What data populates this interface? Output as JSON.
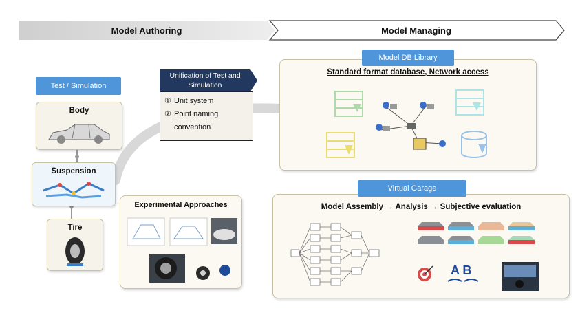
{
  "header": {
    "authoring": "Model Authoring",
    "managing": "Model Managing"
  },
  "left": {
    "tag": "Test / Simulation",
    "components": [
      {
        "label": "Body"
      },
      {
        "label": "Suspension"
      },
      {
        "label": "Tire"
      }
    ]
  },
  "unification": {
    "title": "Unification of Test and Simulation",
    "items": [
      {
        "num": "①",
        "text": "Unit system"
      },
      {
        "num": "②",
        "text": "Point naming convention"
      }
    ]
  },
  "experimental": {
    "title": "Experimental Approaches"
  },
  "db": {
    "tag": "Model DB Library",
    "subtitle": "Standard format database, Network access"
  },
  "garage": {
    "tag": "Virtual Garage",
    "subtitle": "Model Assembly → Analysis → Subjective evaluation",
    "ab_label": "A B"
  },
  "colors": {
    "header_arrow": "#e0e0e0",
    "blue_tag": "#4e95d9",
    "unification_head": "#23385e",
    "panel_border": "#c9c1a3"
  }
}
